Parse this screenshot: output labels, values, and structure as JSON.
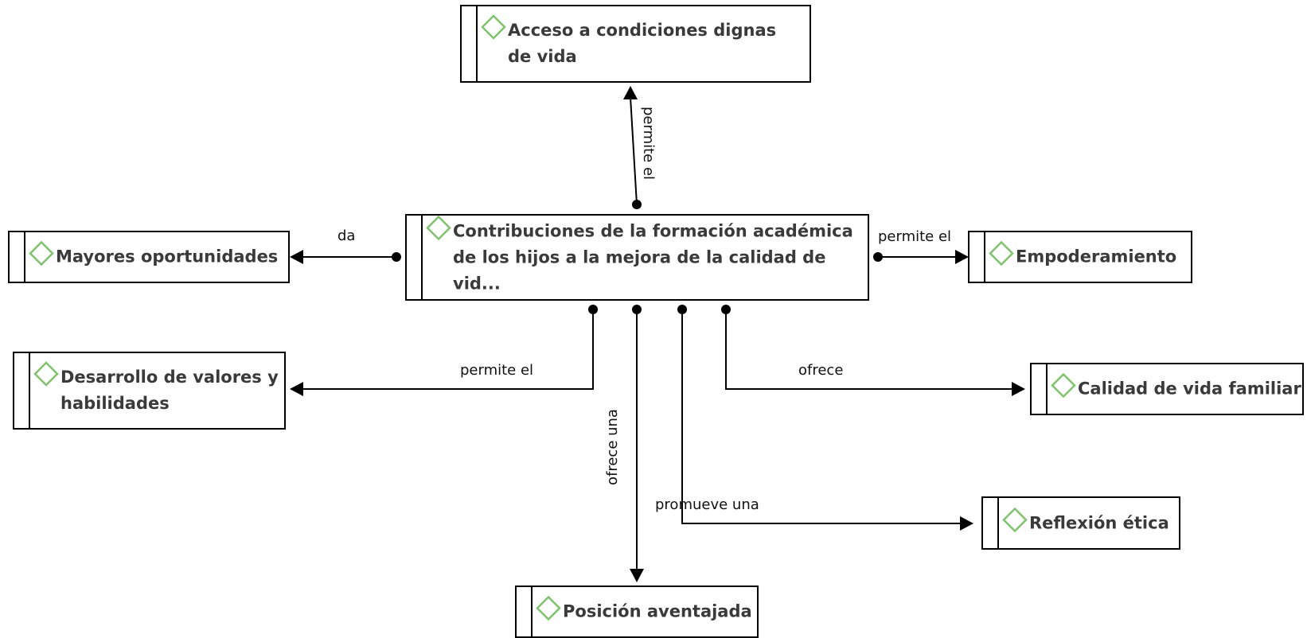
{
  "diagram": {
    "colors": {
      "stroke": "#000000",
      "diamond": "#7dc46a",
      "node_text": "#3a3a3a",
      "edge_text": "#111111"
    },
    "node_icon": "diamond-icon",
    "central": {
      "label": "Contribuciones de la formación académica de los hijos a la mejora de la calidad de vid..."
    },
    "nodes": {
      "acceso": {
        "label": "Acceso a condiciones dignas de vida"
      },
      "mayores": {
        "label": "Mayores oportunidades"
      },
      "empoderamiento": {
        "label": "Empoderamiento"
      },
      "desarrollo": {
        "label": "Desarrollo de valores y habilidades"
      },
      "calidad": {
        "label": "Calidad de vida familiar"
      },
      "reflexion": {
        "label": "Reflexión ética"
      },
      "posicion": {
        "label": "Posición aventajada"
      }
    },
    "edges": {
      "acceso": {
        "label": "permite el"
      },
      "mayores": {
        "label": "da"
      },
      "empoderamiento": {
        "label": "permite el"
      },
      "desarrollo": {
        "label": "permite el"
      },
      "calidad": {
        "label": "ofrece"
      },
      "reflexion": {
        "label": "promueve una"
      },
      "posicion": {
        "label": "ofrece una"
      }
    }
  }
}
